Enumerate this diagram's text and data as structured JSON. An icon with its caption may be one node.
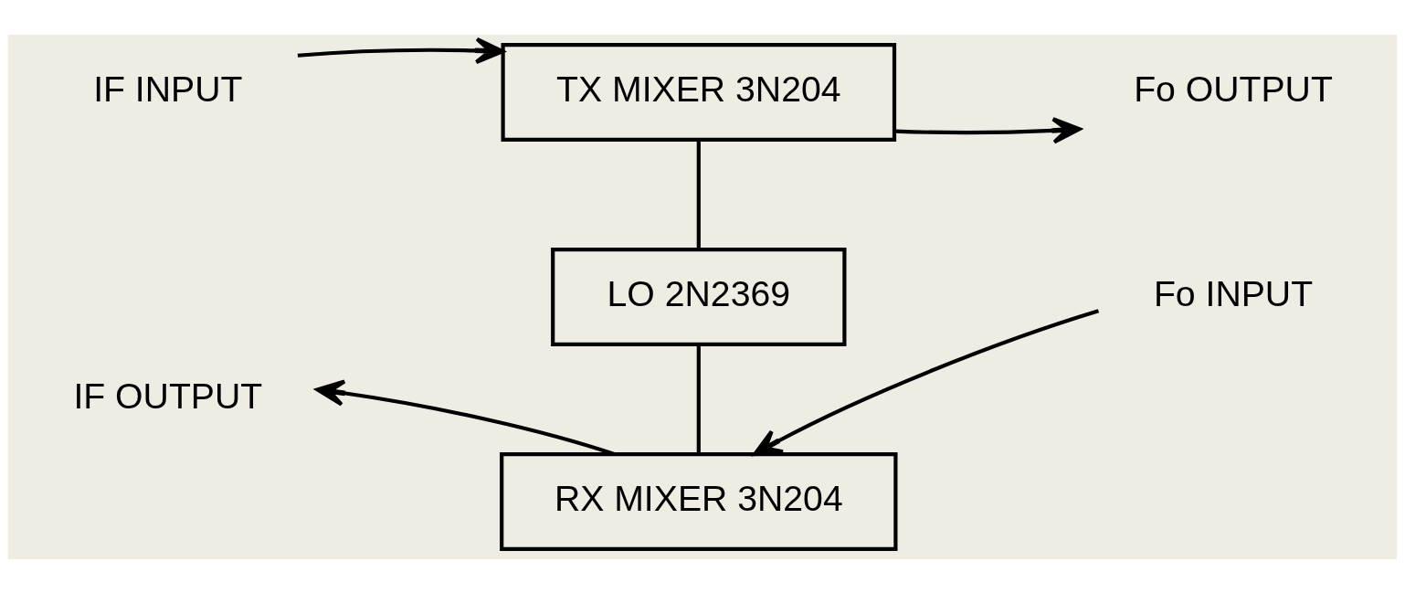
{
  "diagram": {
    "nodes": [
      {
        "text": [
          "IF INPUT"
        ]
      },
      {
        "text": [
          "TX MIXER 3N204"
        ]
      },
      {
        "text": [
          "Fo OUTPUT"
        ]
      },
      {
        "text": [
          "LO 2N2369"
        ]
      },
      {
        "text": [
          "IF OUTPUT"
        ]
      },
      {
        "text": [
          "RX MIXER 3N204"
        ]
      },
      {
        "text": [
          "Fo INPUT"
        ]
      }
    ],
    "edges": [
      {
        "from": 0,
        "to": 1,
        "arrow": "to"
      },
      {
        "from": 1,
        "to": 2,
        "arrow": "to"
      },
      {
        "from": 1,
        "to": 3,
        "arrow": "none"
      },
      {
        "from": 3,
        "to": 5,
        "arrow": "none"
      },
      {
        "from": 5,
        "to": 4,
        "arrow": "to"
      },
      {
        "from": 6,
        "to": 5,
        "arrow": "to"
      }
    ]
  }
}
